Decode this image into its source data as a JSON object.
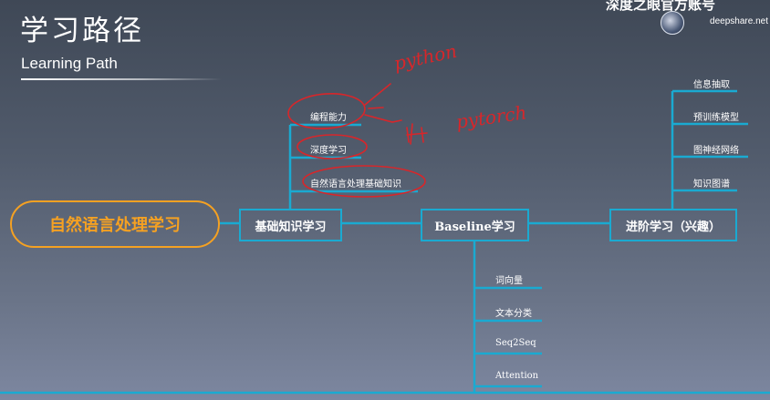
{
  "title": "学习路径",
  "subtitle": "Learning Path",
  "watermark": {
    "text": "深度之眼官方账号",
    "url": "deepshare.net"
  },
  "mindmap": {
    "root": "自然语言处理学习",
    "stages": [
      "基础知识学习",
      "Baseline学习",
      "进阶学习（兴趣）"
    ],
    "basics": [
      "编程能力",
      "深度学习",
      "自然语言处理基础知识"
    ],
    "baseline": [
      "词向量",
      "文本分类",
      "Seq2Seq",
      "Attention"
    ],
    "advanced": [
      "信息抽取",
      "预训练模型",
      "图神经网络",
      "知识图谱"
    ]
  },
  "annotations": {
    "note1": "python",
    "note2": "pytorch"
  },
  "colors": {
    "line": "#1aaad1",
    "root": "#f5a122",
    "ink": "#d8262a"
  }
}
